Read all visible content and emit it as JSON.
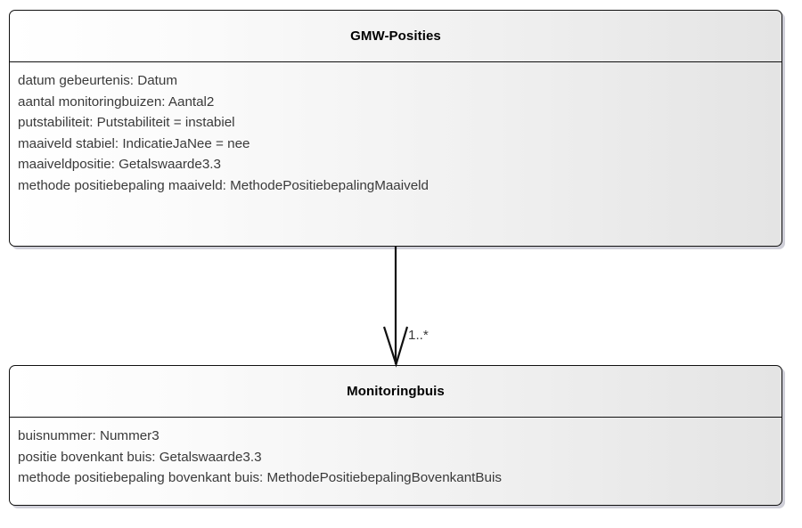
{
  "diagram": {
    "type": "uml-class-diagram",
    "classes": [
      {
        "id": "gmw-posities",
        "name": "GMW-Posities",
        "attributes": [
          "datum gebeurtenis: Datum",
          "aantal monitoringbuizen: Aantal2",
          "putstabiliteit: Putstabiliteit = instabiel",
          "maaiveld stabiel: IndicatieJaNee = nee",
          "maaiveldpositie: Getalswaarde3.3",
          "methode positiebepaling maaiveld: MethodePositiebepalingMaaiveld"
        ]
      },
      {
        "id": "monitoringbuis",
        "name": "Monitoringbuis",
        "attributes": [
          "buisnummer: Nummer3",
          "positie bovenkant buis: Getalswaarde3.3",
          "methode positiebepaling bovenkant buis: MethodePositiebepalingBovenkantBuis"
        ]
      }
    ],
    "association": {
      "from": "GMW-Posities",
      "to": "Monitoringbuis",
      "multiplicity": "1..*",
      "arrow": "open-arrowhead"
    }
  },
  "colors": {
    "border": "#101010",
    "text": "#3a3a3a",
    "title_text": "#000000",
    "fill_left": "#ffffff",
    "fill_right": "#e4e4e4",
    "shadow": "#cfcfd8",
    "connector": "#101010"
  }
}
